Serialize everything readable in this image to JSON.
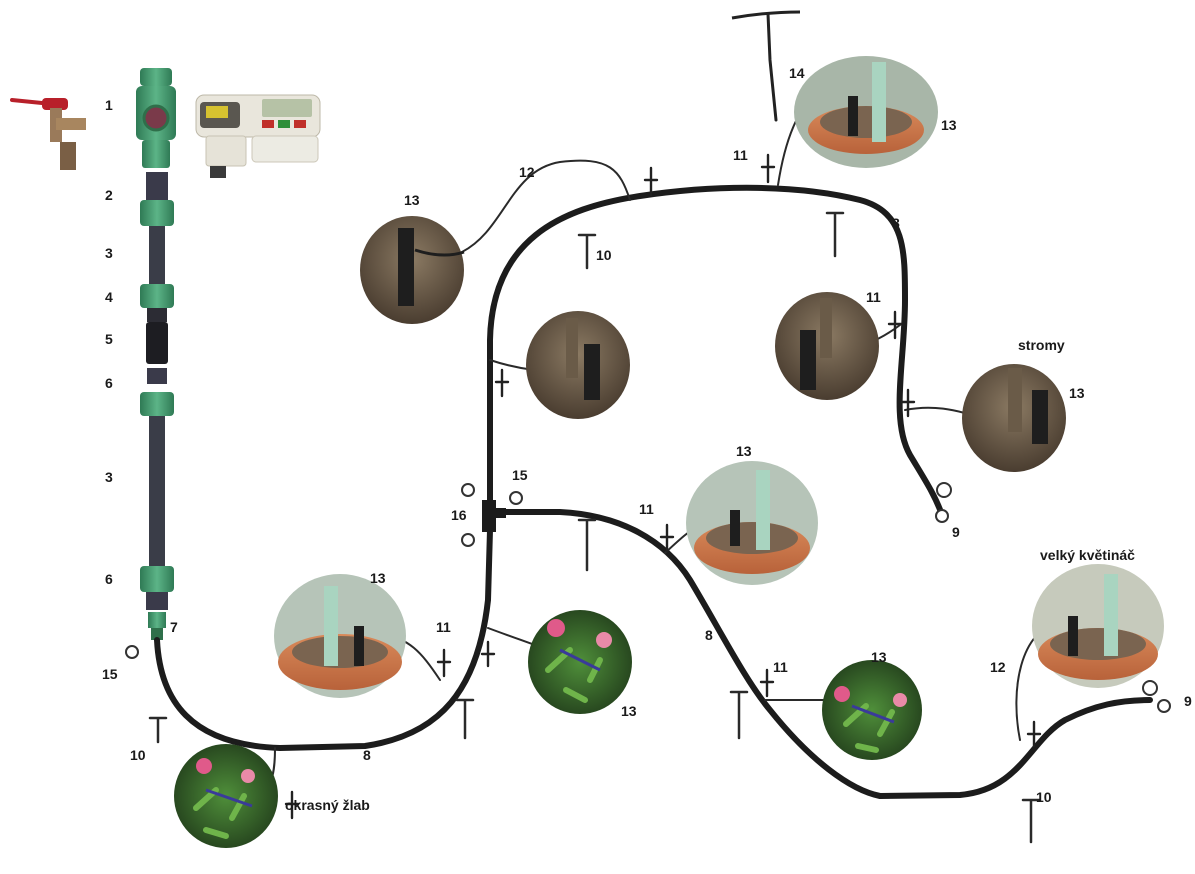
{
  "diagram": {
    "labels": {
      "n1": "1",
      "n2": "2",
      "n3a": "3",
      "n4": "4",
      "n5": "5",
      "n6a": "6",
      "n3b": "3",
      "n6b": "6",
      "n7": "7",
      "n15_left": "15",
      "n10_left": "10",
      "n8_bottom": "8",
      "n13_gutter_pot": "13",
      "n11_bottom_a": "11",
      "n13_flower_mid": "13",
      "n16": "16",
      "n15_mid": "15",
      "n13_top_left": "13",
      "n12_top": "12",
      "n10_top": "10",
      "n11_top": "11",
      "n14": "14",
      "n13_top_pot": "13",
      "n8_right": "8",
      "n11_tree2": "11",
      "n13_tree3": "13",
      "n9_right": "9",
      "n11_mid": "11",
      "n13_mid_pot": "13",
      "n8_lower": "8",
      "n11_lower": "11",
      "n13_flower_right": "13",
      "n12_right": "12",
      "n10_right": "10",
      "n9_far": "9"
    },
    "zone_labels": {
      "trees": "stromy",
      "big_pot": "velký květináč",
      "gutter": "okrasný žlab"
    }
  },
  "colors": {
    "hose": "#1c1c1c",
    "soil": "#5a4a3a",
    "pot_terracotta": "#c9764a",
    "foliage_green": "#3f7d2e",
    "flower_pink": "#e05a8a",
    "connector_green": "#3c8c63",
    "tap_red": "#b8202a"
  }
}
